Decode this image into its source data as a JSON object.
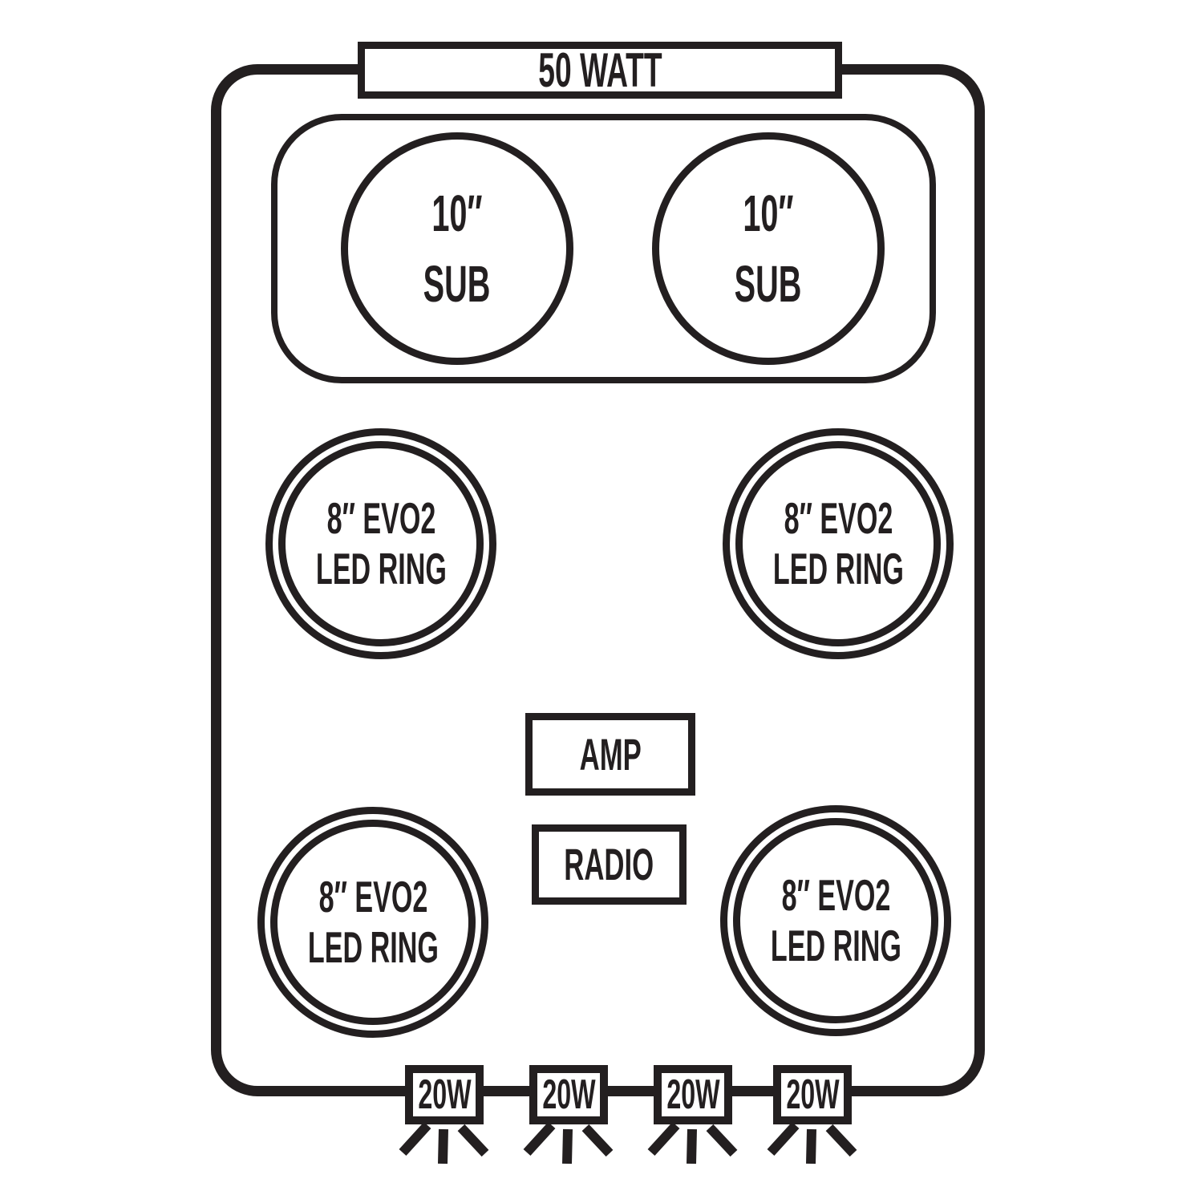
{
  "colors": {
    "ink": "#231f20",
    "background": "#ffffff"
  },
  "power_bar": {
    "label": "50 WATT"
  },
  "subwoofers": [
    {
      "size_label": "10″",
      "type_label": "SUB"
    },
    {
      "size_label": "10″",
      "type_label": "SUB"
    }
  ],
  "led_speakers": [
    {
      "line1": "8″ EVO2",
      "line2": "LED RING"
    },
    {
      "line1": "8″ EVO2",
      "line2": "LED RING"
    },
    {
      "line1": "8″ EVO2",
      "line2": "LED RING"
    },
    {
      "line1": "8″ EVO2",
      "line2": "LED RING"
    }
  ],
  "amp": {
    "label": "AMP"
  },
  "radio": {
    "label": "RADIO"
  },
  "lights": [
    {
      "label": "20W"
    },
    {
      "label": "20W"
    },
    {
      "label": "20W"
    },
    {
      "label": "20W"
    }
  ]
}
